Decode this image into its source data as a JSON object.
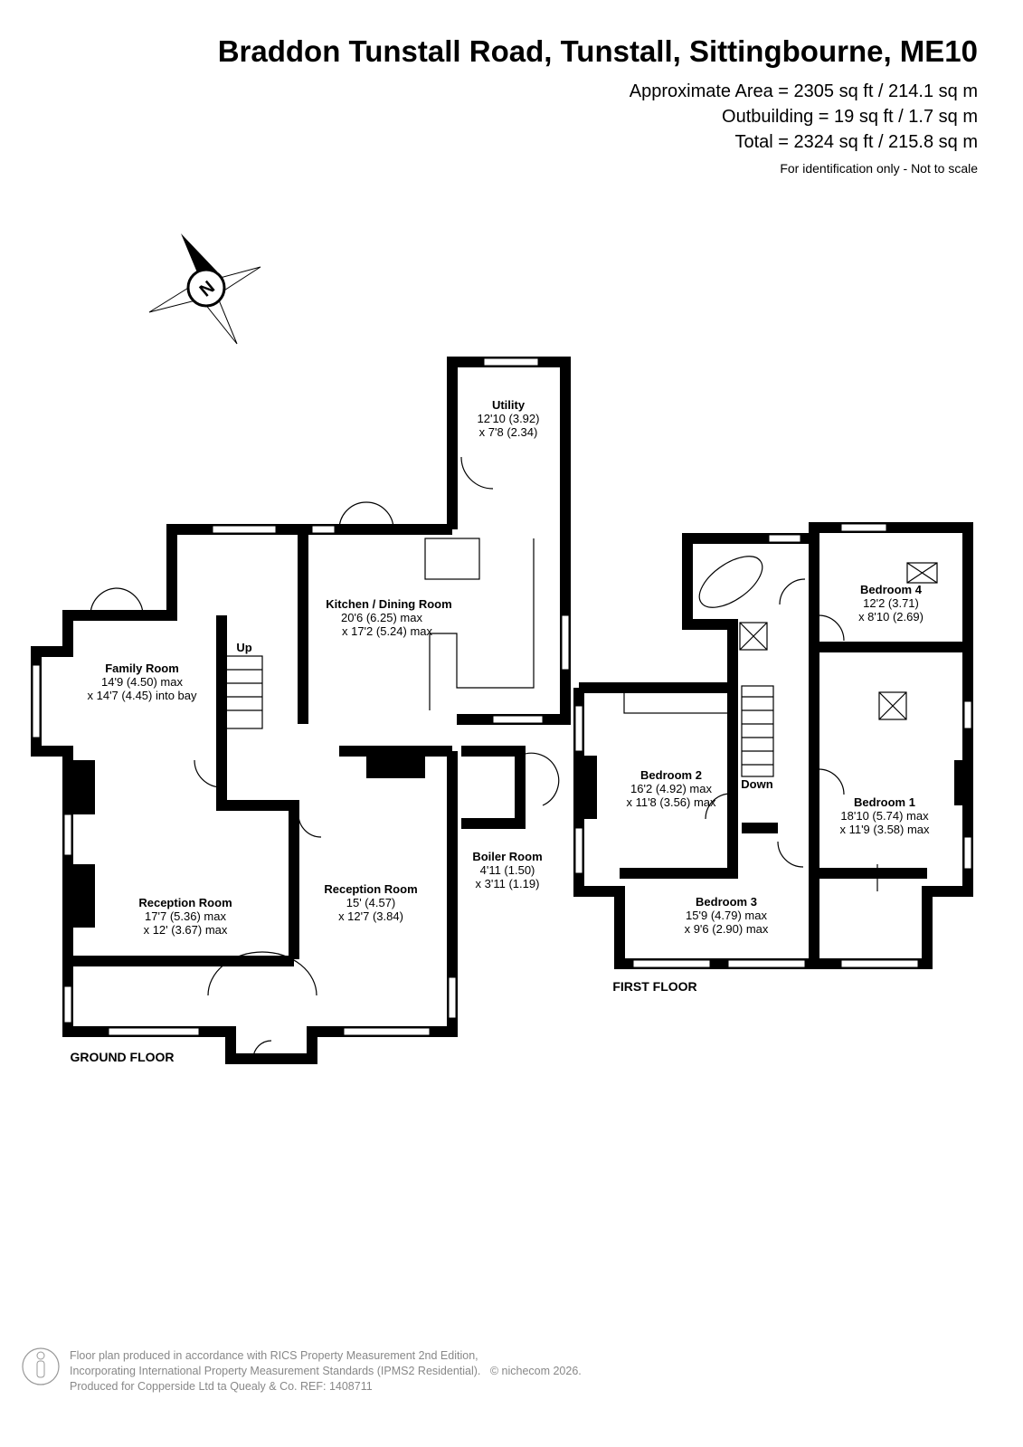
{
  "header": {
    "title": "Braddon Tunstall Road, Tunstall, Sittingbourne, ME10",
    "approx_area": "Approximate Area = 2305 sq ft / 214.1 sq m",
    "outbuilding": "Outbuilding = 19 sq ft / 1.7 sq m",
    "total": "Total = 2324 sq ft / 215.8 sq m",
    "disclaimer": "For identification only - Not to scale"
  },
  "compass": {
    "label": "N"
  },
  "ground_floor": {
    "label": "GROUND FLOOR",
    "stairs_label": "Up",
    "rooms": [
      {
        "name": "Utility",
        "dim1": "12'10 (3.92)",
        "dim2": "x 7'8 (2.34)"
      },
      {
        "name": "Kitchen / Dining Room",
        "dim1": "20'6 (6.25) max",
        "dim2": "x 17'2 (5.24) max"
      },
      {
        "name": "Family Room",
        "dim1": "14'9 (4.50) max",
        "dim2": "x 14'7 (4.45) into bay"
      },
      {
        "name": "Reception Room",
        "dim1": "17'7 (5.36) max",
        "dim2": "x 12' (3.67) max"
      },
      {
        "name": "Reception Room",
        "dim1": "15' (4.57)",
        "dim2": "x 12'7 (3.84)"
      },
      {
        "name": "Boiler Room",
        "dim1": "4'11 (1.50)",
        "dim2": "x 3'11 (1.19)"
      }
    ]
  },
  "first_floor": {
    "label": "FIRST FLOOR",
    "stairs_label": "Down",
    "rooms": [
      {
        "name": "Bedroom 4",
        "dim1": "12'2 (3.71)",
        "dim2": "x 8'10 (2.69)"
      },
      {
        "name": "Bedroom 2",
        "dim1": "16'2 (4.92) max",
        "dim2": "x 11'8 (3.56) max"
      },
      {
        "name": "Bedroom 1",
        "dim1": "18'10 (5.74) max",
        "dim2": "x 11'9 (3.58) max"
      },
      {
        "name": "Bedroom 3",
        "dim1": "15'9 (4.79) max",
        "dim2": "x 9'6 (2.90) max"
      }
    ]
  },
  "footer": {
    "line1": "Floor plan produced in accordance with RICS Property Measurement 2nd Edition,",
    "line2": "Incorporating International Property Measurement Standards (IPMS2 Residential).",
    "copyright": "© nichecom 2026.",
    "line3": "Produced for Copperside Ltd ta Quealy & Co.   REF: 1408711"
  }
}
